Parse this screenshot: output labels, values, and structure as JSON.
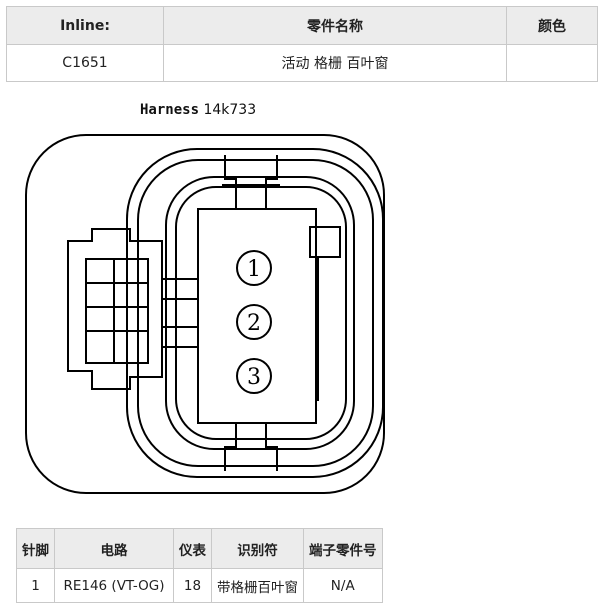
{
  "header_table": {
    "col_inline": "Inline:",
    "col_name": "零件名称",
    "col_color": "颜色",
    "inline_value": "C1651",
    "name_value": "活动 格栅 百叶窗",
    "color_value": ""
  },
  "harness": {
    "word": "Harness",
    "number": "14k733"
  },
  "pins": [
    "1",
    "2",
    "3"
  ],
  "pin_table": {
    "headers": [
      "针脚",
      "电路",
      "仪表",
      "识别符",
      "端子零件号"
    ],
    "rows": [
      [
        "1",
        "RE146 (VT-OG)",
        "18",
        "带格栅百叶窗",
        "N/A"
      ]
    ]
  }
}
